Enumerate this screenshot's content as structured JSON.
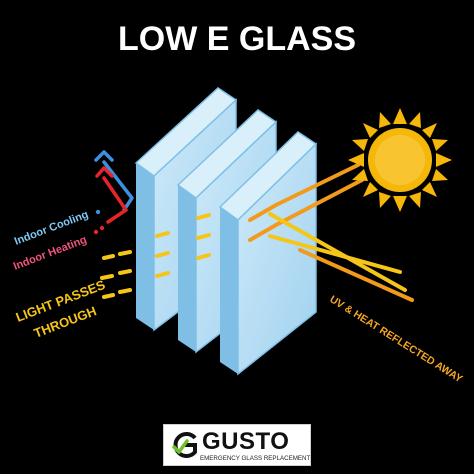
{
  "title": "LOW E GLASS",
  "labels": {
    "indoor_cooling": "Indoor Cooling",
    "indoor_heating": "Indoor Heating",
    "light_line1": "LIGHT PASSES",
    "light_line2": "THROUGH",
    "uv_heat": "UV & HEAT REFLECTED AWAY"
  },
  "logo": {
    "name": "GUSTO",
    "tagline": "EMERGENCY GLASS REPLACEMENT"
  },
  "colors": {
    "background": "#000000",
    "glass_face": "#bfe3f7",
    "glass_edge": "#6fb6e0",
    "cooling": "#3d8fe0",
    "heating": "#e5252a",
    "light": "#f5c518",
    "reflected": "#f29a1c",
    "sun": "#f5b70a"
  },
  "icons": [
    "sun-icon",
    "cooling-arrow-icon",
    "heating-arrow-icon",
    "gusto-logo-icon"
  ]
}
